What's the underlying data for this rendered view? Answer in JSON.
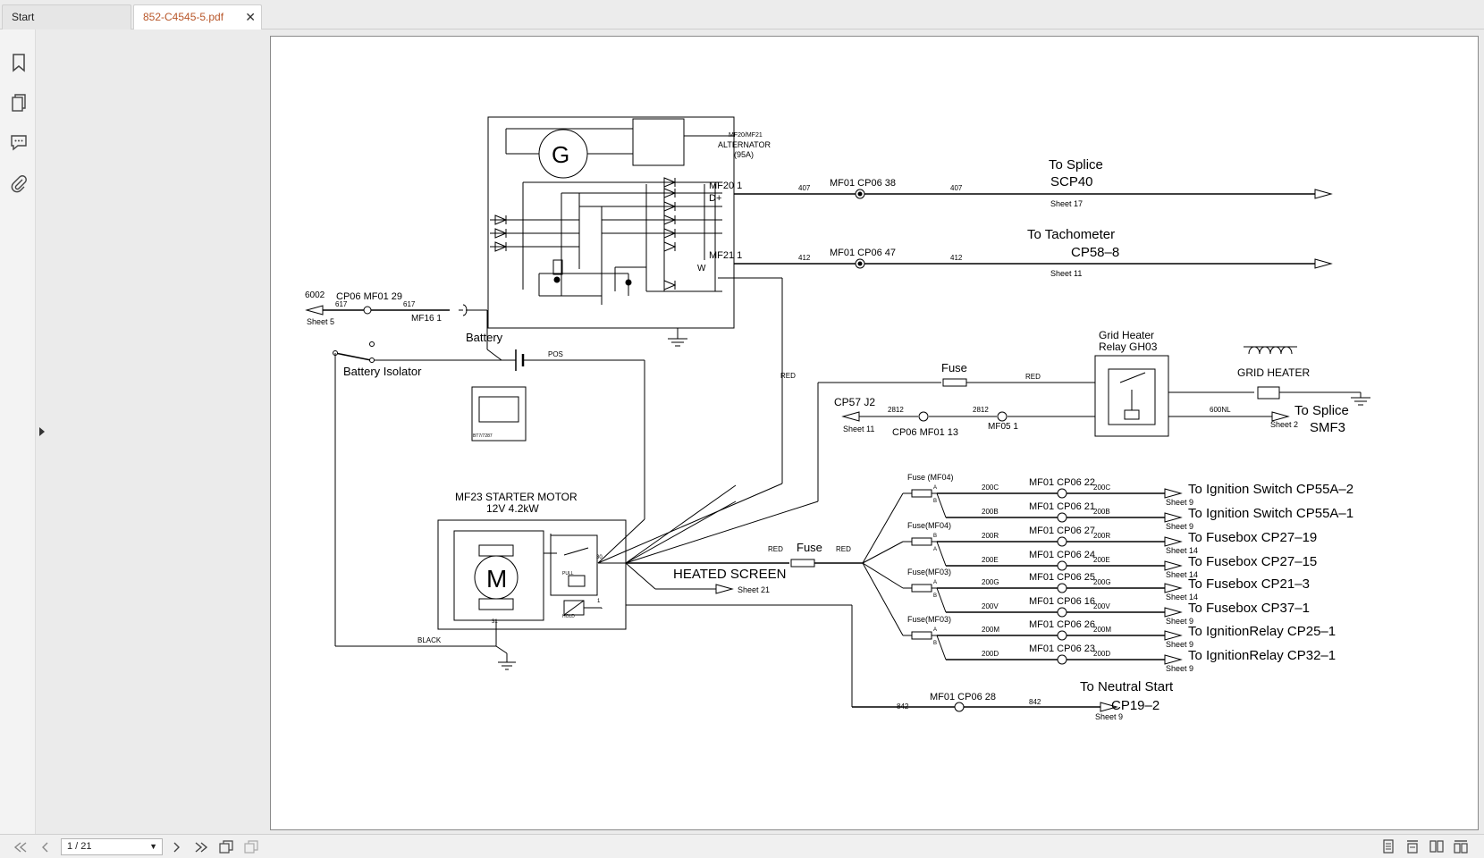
{
  "tabs": [
    {
      "label": "Start",
      "active": false
    },
    {
      "label": "852-C4545-5.pdf",
      "active": true
    }
  ],
  "tab_close_glyph": "✕",
  "sidebar_icons": [
    "bookmark-icon",
    "pages-icon",
    "comment-icon",
    "attachment-icon"
  ],
  "status": {
    "page_indicator": "1 / 21"
  },
  "schematic": {
    "alternator_ref": "MF20/MF21",
    "alternator_name": "ALTERNATOR",
    "alternator_rating": "(95A)",
    "gen_letter": "G",
    "mf20_label": "MF20  1",
    "mf21_label": "MF21  1",
    "d_plus": "D+",
    "w_label": "W",
    "w407a": "407",
    "conn407": "MF01  CP06  38",
    "w407b": "407",
    "splice_to": "To  Splice",
    "splice_ref": "SCP40",
    "sheet17": "Sheet  17",
    "w412a": "412",
    "conn412": "MF01  CP06  47",
    "w412b": "412",
    "tacho_to": "To  Tachometer",
    "tacho_ref": "CP58–8",
    "sheet11a": "Sheet  11",
    "w6002": "6002",
    "conn617": "CP06  MF01  29",
    "w617a": "617",
    "w617b": "617",
    "mf16": "MF16  1",
    "sheet5": "Sheet  5",
    "battery": "Battery",
    "pos": "POS",
    "isolator": "Battery  Isolator",
    "bat_code": "BT7/7287",
    "red1": "RED",
    "starter_title": "MF23  STARTER  MOTOR",
    "starter_rating": "12V  4.2kW",
    "m_letter": "M",
    "pull": "PULL",
    "hold": "HOLD",
    "t30": "30",
    "t31": "31",
    "t1": "1",
    "black": "BLACK",
    "heated_screen": "HEATED  SCREEN",
    "sheet21": "Sheet  21",
    "fuse_mid": "Fuse",
    "red_l": "RED",
    "red_r": "RED",
    "fuse_top": "Fuse",
    "red_top": "RED",
    "cp57": "CP57  J2",
    "sheet11b": "Sheet  11",
    "w2812a": "2812",
    "w2812b": "2812",
    "conn_cp06_13": "CP06  MF01  13",
    "mf05": "MF05  1",
    "relay_title1": "Grid  Heater",
    "relay_title2": "Relay  GH03",
    "grid_heater": "GRID  HEATER",
    "w600nl": "600NL",
    "smf_to": "To  Splice",
    "smf_ref": "SMF3",
    "sheet2": "Sheet  2",
    "fuse_groups": [
      "Fuse  (MF04)",
      "Fuse(MF04)",
      "Fuse(MF03)",
      "Fuse(MF03)"
    ],
    "fuse_pins": [
      [
        "A",
        "B"
      ],
      [
        "B",
        "A"
      ],
      [
        "A",
        "B"
      ],
      [
        "A",
        "B"
      ]
    ],
    "outputs": [
      {
        "wire": "200C",
        "conn": "MF01  CP06  22",
        "dest": "To  Ignition  Switch  CP55A–2",
        "sheet": "Sheet  9"
      },
      {
        "wire": "200B",
        "conn": "MF01  CP06  21",
        "dest": "To  Ignition  Switch  CP55A–1",
        "sheet": "Sheet  9"
      },
      {
        "wire": "200R",
        "conn": "MF01  CP06  27",
        "dest": "To  Fusebox  CP27–19",
        "sheet": "Sheet  14"
      },
      {
        "wire": "200E",
        "conn": "MF01  CP06  24",
        "dest": "To  Fusebox  CP27–15",
        "sheet": "Sheet  14"
      },
      {
        "wire": "200G",
        "conn": "MF01  CP06  25",
        "dest": "To  Fusebox  CP21–3",
        "sheet": "Sheet  14"
      },
      {
        "wire": "200V",
        "conn": "MF01  CP06  16",
        "dest": "To  Fusebox  CP37–1",
        "sheet": "Sheet  9"
      },
      {
        "wire": "200M",
        "conn": "MF01  CP06  26",
        "dest": "To  IgnitionRelay  CP25–1",
        "sheet": "Sheet  9"
      },
      {
        "wire": "200D",
        "conn": "MF01  CP06  23",
        "dest": "To  IgnitionRelay  CP32–1",
        "sheet": "Sheet  9"
      }
    ],
    "w842a": "842",
    "conn842": "MF01  CP06  28",
    "w842b": "842",
    "neutral_to": "To  Neutral  Start",
    "neutral_ref": "CP19–2",
    "sheet9n": "Sheet  9"
  }
}
